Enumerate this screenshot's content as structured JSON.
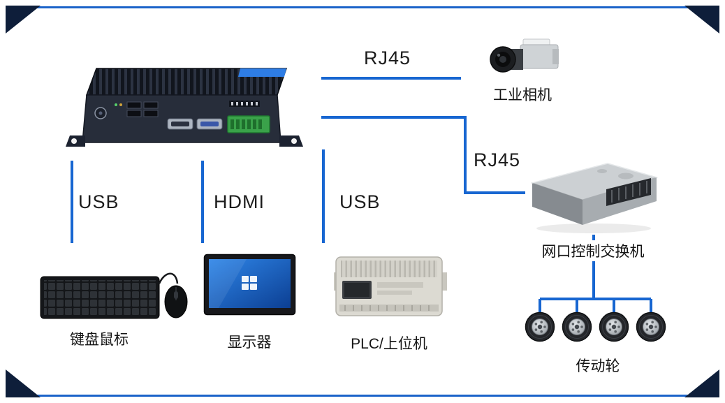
{
  "page": {
    "background": "#ffffff",
    "accent_line_color": "#1766d1",
    "frame_color": "#0e1e3a"
  },
  "diagram": {
    "nodes": {
      "camera": {
        "label": "工业相机"
      },
      "switch": {
        "label": "网口控制交换机"
      },
      "keyboard_mouse": {
        "label": "键盘鼠标"
      },
      "monitor": {
        "label": "显示器"
      },
      "plc": {
        "label": "PLC/上位机"
      },
      "drive_wheels": {
        "label": "传动轮"
      }
    },
    "edges": {
      "pc_to_camera": {
        "label": "RJ45"
      },
      "pc_to_switch": {
        "label": "RJ45"
      },
      "pc_to_keyboard": {
        "label": "USB"
      },
      "pc_to_monitor": {
        "label": "HDMI"
      },
      "pc_to_plc": {
        "label": "USB"
      }
    }
  }
}
